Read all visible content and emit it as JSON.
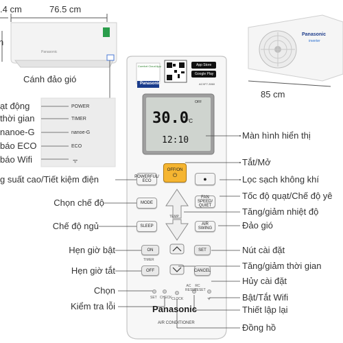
{
  "dimensions": {
    "indoor_depth": ".4 cm",
    "indoor_width": "76.5 cm",
    "outdoor_width": "85 cm",
    "left_edge_mark": "n"
  },
  "indoor_unit": {
    "label": "Cánh đảo gió",
    "brand": "Panasonic"
  },
  "outdoor_unit": {
    "brand": "Panasonic",
    "inverter": "inverter"
  },
  "indicator_panel": {
    "labels": [
      "ạt động",
      "thời gian",
      "nanoe-G",
      "báo ECO",
      "báo Wifi"
    ],
    "texts": [
      "POWER",
      "TIMER",
      "nanoe-G",
      "ECO"
    ]
  },
  "remote": {
    "brand": "Panasonic",
    "model": "ACXF7-3060",
    "footer": "AIR CONDITIONER",
    "top_badges": [
      "Comfort Cloud App",
      "App Store",
      "Google Play"
    ],
    "lcd": {
      "temp": "30.0",
      "unit": "°C",
      "clock": "12:10",
      "off": "OFF"
    },
    "buttons": {
      "power": "OFF/ON",
      "powerful": "POWERFUL/ ECO",
      "mode": "MODE",
      "fan_speed": "FAN SPEED/ QUIET",
      "sleep": "SLEEP",
      "air_swing": "AIR SWING",
      "on": "ON",
      "off": "OFF",
      "set": "SET",
      "cancel": "CANCEL",
      "temp": "TEMP",
      "timer": "TIMER"
    },
    "small_labels": [
      "SET",
      "CHECK",
      "CLOCK",
      "AC RESET",
      "RC RESET"
    ]
  },
  "annotations_left": [
    "g suất cao/Tiết kiệm điện",
    "Chọn chế độ",
    "Chế độ ngủ",
    "Hẹn giờ bật",
    "Hẹn giờ tắt",
    "Chọn",
    "Kiểm tra lỗi"
  ],
  "annotations_right": [
    "Màn hình hiển thị",
    "Tắt/Mở",
    "Lọc sạch không khí",
    "Tốc độ quạt/Chế độ yê",
    "Tăng/giảm nhiệt độ",
    "Đảo gió",
    "Nút cài đặt",
    "Tăng/giảm thời gian",
    "Hủy cài đặt",
    "Bật/Tắt Wifi",
    "Thiết lập lại",
    "Đồng hồ"
  ]
}
